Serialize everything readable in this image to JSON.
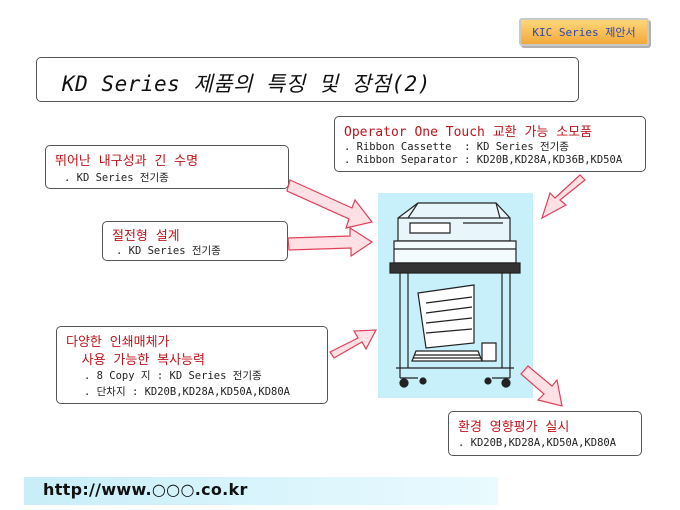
{
  "badge": "KIC Series 제안서",
  "title": "KD Series 제품의 특징 및 장점(2)",
  "boxes": {
    "durability": {
      "heading": "뛰어난 내구성과 긴 수명",
      "lines": [
        ". KD Series 전기종"
      ]
    },
    "power_saving": {
      "heading": "절전형 설계",
      "lines": [
        ". KD Series 전기종"
      ]
    },
    "media": {
      "heading_lines": [
        "다양한 인쇄매체가",
        "  사용 가능한 복사능력"
      ],
      "lines": [
        ". 8 Copy 지 : KD Series 전기종",
        ". 단차지 : KD20B,KD28A,KD50A,KD80A"
      ]
    },
    "consumables": {
      "heading": "Operator One Touch 교환 가능 소모품",
      "lines": [
        ". Ribbon Cassette  : KD Series 전기종",
        ". Ribbon Separator : KD20B,KD28A,KD36B,KD50A"
      ]
    },
    "environment": {
      "heading": "환경 영향평가 실시",
      "lines": [
        ". KD20B,KD28A,KD50A,KD80A"
      ]
    }
  },
  "footer": "http://www.○○○.co.kr",
  "colors": {
    "heading_red": "#c0141c",
    "badge_text": "#2a4aa8",
    "footer_bg": "#c8eef8",
    "printer_bg": "#c7f0fb",
    "arrow_fill": "#ffe0e4",
    "arrow_stroke": "#e0405a"
  }
}
